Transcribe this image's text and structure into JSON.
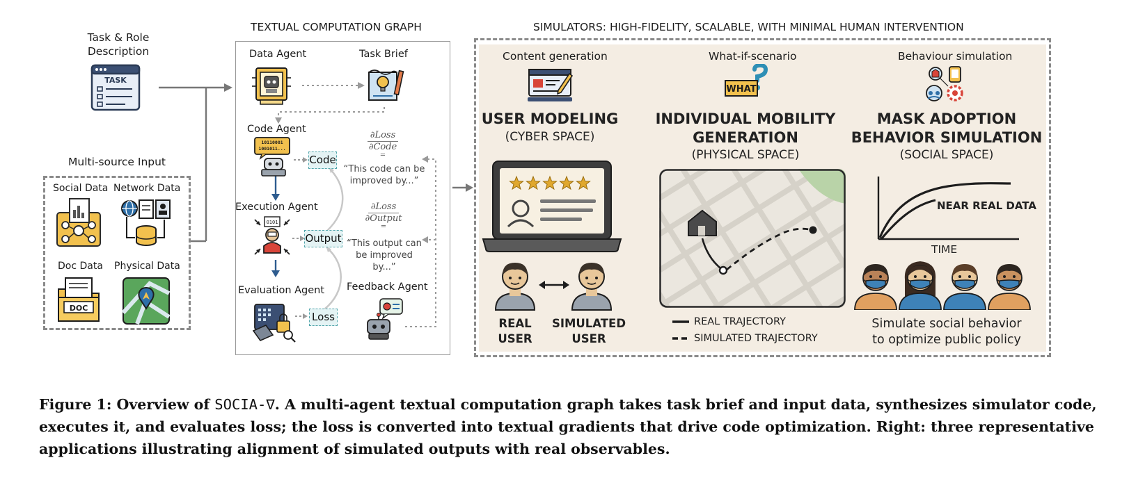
{
  "left": {
    "task_role_label": "Task  & Role\nDescription",
    "task_icon_text": "TASK",
    "multi_source_label": "Multi-source Input",
    "sources": [
      {
        "label": "Social Data"
      },
      {
        "label": "Network Data"
      },
      {
        "label": "Doc Data",
        "icon_text": "DOC"
      },
      {
        "label": "Physical Data"
      }
    ]
  },
  "graph": {
    "title": "TEXTUAL COMPUTATION GRAPH",
    "data_agent": "Data Agent",
    "task_brief": "Task Brief",
    "code_agent": "Code Agent",
    "code_agent_bits": "10110001\n1001011...",
    "execution_agent": "Execution Agent",
    "evaluation_agent": "Evaluation Agent",
    "feedback_agent": "Feedback Agent",
    "code_box": "Code",
    "output_box": "Output",
    "loss_box": "Loss",
    "grad_code_num": "∂Loss",
    "grad_code_den": "∂Code",
    "grad_output_num": "∂Loss",
    "grad_output_den": "∂Output",
    "grad_eq": "=",
    "code_quote": "“This code can be\nimproved by...”",
    "output_quote": "“This output can\nbe improved\nby...”"
  },
  "simulators": {
    "title": "SIMULATORS: HIGH-FIDELITY, SCALABLE, WITH MINIMAL HUMAN INTERVENTION",
    "panels": [
      {
        "header": "Content generation",
        "title": "USER MODELING",
        "space": "(CYBER SPACE)",
        "real_user": "REAL\nUSER",
        "simulated_user": "SIMULATED\nUSER",
        "rating_stars": 5
      },
      {
        "header": "What-if-scenario",
        "icon_text": "WHAT",
        "title": "INDIVIDUAL MOBILITY\nGENERATION",
        "space": "(PHYSICAL SPACE)",
        "legend_real": "REAL TRAJECTORY",
        "legend_sim": "SIMULATED TRAJECTORY"
      },
      {
        "header": "Behaviour simulation",
        "title": "MASK ADOPTION\nBEHAVIOR SIMULATION",
        "space": "(SOCIAL SPACE)",
        "curve_label": "NEAR REAL DATA",
        "axis_label": "TIME",
        "footer": "Simulate  social  behavior\nto optimize public policy"
      }
    ]
  },
  "caption": {
    "prefix": "Figure 1: Overview of ",
    "name": "SOCIA-∇",
    "rest": ". A multi-agent textual computation graph takes task brief and input data, synthesizes simulator code, executes it, and evaluates loss; the loss is converted into textual gradients that drive code optimization. Right: three representative applications illustrating alignment of simulated outputs with real observables."
  },
  "colors": {
    "panel_bg": "#f4ede3",
    "box_fill": "#e4f3f4",
    "box_border": "#55a7ad",
    "accent_blue": "#2e6fa8",
    "accent_yellow": "#f2c14e",
    "mask_blue": "#3e82b8"
  }
}
